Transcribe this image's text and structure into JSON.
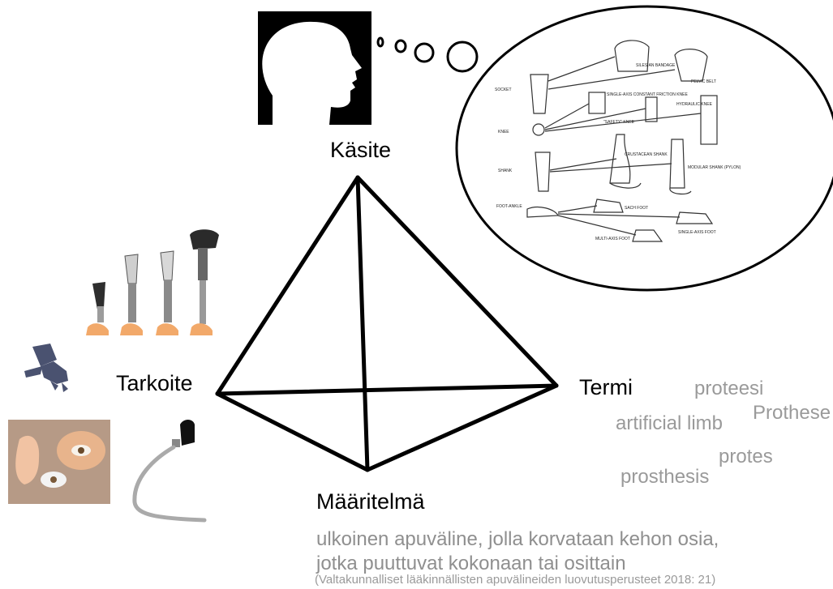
{
  "labels": {
    "concept": "Käsite",
    "referent": "Tarkoite",
    "term": "Termi",
    "definition": "Määritelmä"
  },
  "terms": {
    "t1": "proteesi",
    "t2": "artificial limb",
    "t3": "Prothese",
    "t4": "protes",
    "t5": "prosthesis"
  },
  "definition_text": {
    "line1": "ulkoinen apuväline, jolla korvataan kehon osia,",
    "line2": "jotka puuttuvat kokonaan tai osittain",
    "source": "(Valtakunnalliset lääkinnällisten apuvälineiden luovutusperusteet 2018: 21)"
  },
  "diagram_labels": {
    "socket": "SOCKET",
    "knee": "KNEE",
    "shank": "SHANK",
    "foot_ankle": "FOOT-ANKLE",
    "silesian_bandage": "SILESIAN BANDAGE",
    "pelvic_belt": "PELVIC BELT",
    "single_axis_knee": "SINGLE-AXIS CONSTANT FRICTION KNEE",
    "safety_knee": "\"SAFETY\" KNEE",
    "hydraulic_knee": "HYDRAULIC KNEE",
    "crustacean_shank": "CRUSTACEAN SHANK",
    "modular_shank": "MODULAR SHANK (PYLON)",
    "sach_foot": "SACH FOOT",
    "multi_axis_foot": "MULTI-AXIS FOOT",
    "single_axis_foot": "SINGLE-AXIS FOOT"
  }
}
